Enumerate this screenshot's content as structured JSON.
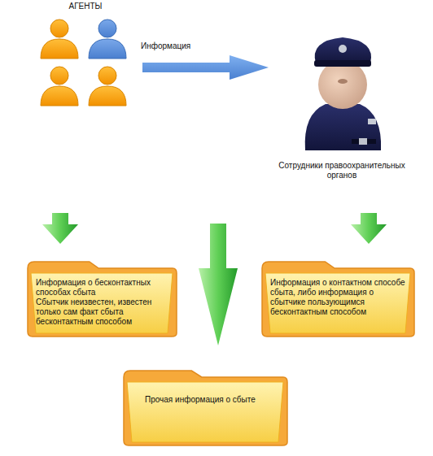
{
  "diagram": {
    "nodes": [
      {
        "text": [
          "АГЕНТЫ"
        ]
      },
      {
        "text": [
          "Сотрудники правоохранительных органов"
        ]
      },
      {
        "text": [
          "Информация о бесконтактных способах сбыта",
          "Сбытчик неизвестен, известен только сам факт сбыта бесконтактным способом"
        ]
      },
      {
        "text": [
          "Информация о контактном способе сбыта, либо информация о сбытчике пользующимся бесконтактным способом"
        ]
      },
      {
        "text": [
          "Прочая информация о сбыте"
        ]
      }
    ],
    "edges": [
      {
        "from": 0,
        "to": 1,
        "arrow": "to",
        "label": "Информация"
      }
    ]
  }
}
